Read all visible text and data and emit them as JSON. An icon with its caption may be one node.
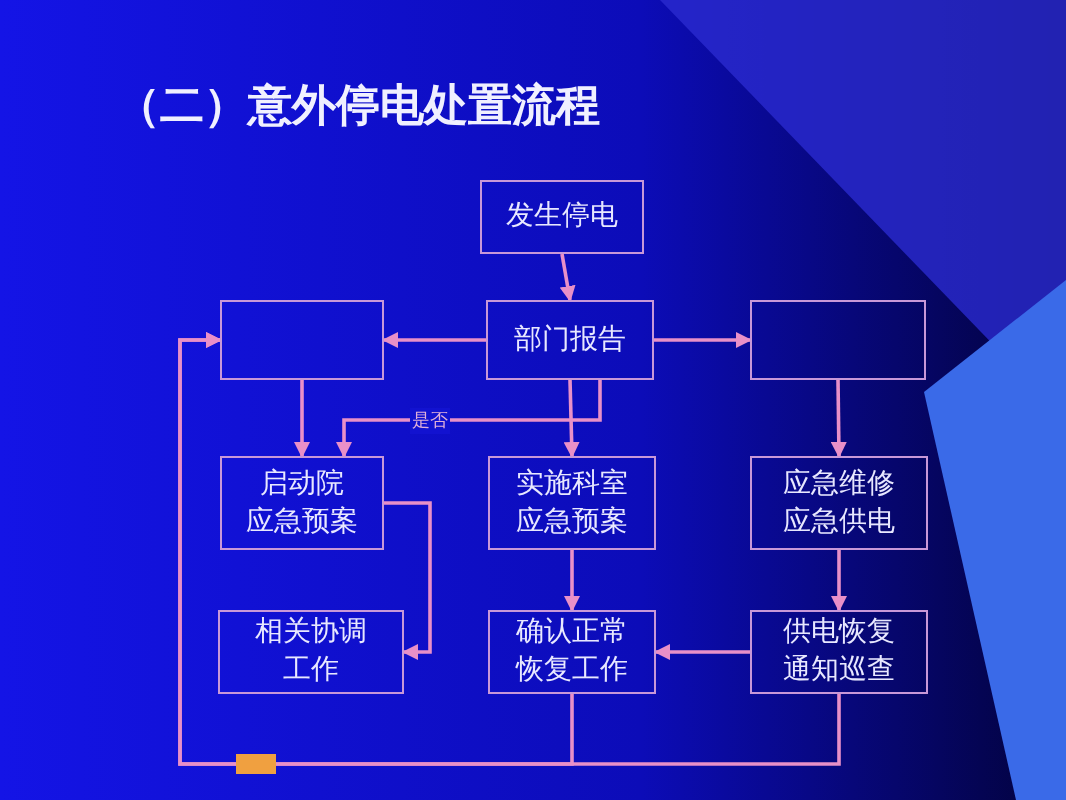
{
  "diagram": {
    "title": "（二）意外停电处置流程",
    "nodes": [
      {
        "text": [
          "发生停电"
        ]
      },
      {
        "text": [],
        "shape": "box"
      },
      {
        "text": [
          "部门报告"
        ]
      },
      {
        "text": [],
        "shape": "box"
      },
      {
        "text": [
          "启动院应急预案"
        ]
      },
      {
        "text": [
          "实施科室应急预案"
        ]
      },
      {
        "text": [
          "应急维修应急供电"
        ]
      },
      {
        "text": [
          "相关协调工作"
        ]
      },
      {
        "text": [
          "确认正常恢复工作"
        ]
      },
      {
        "text": [
          "供电恢复通知巡查"
        ]
      }
    ],
    "edges": [
      {
        "from": 0,
        "to": 2,
        "arrow": "to"
      },
      {
        "from": 2,
        "to": 1,
        "arrow": "to"
      },
      {
        "from": 2,
        "to": 3,
        "arrow": "to"
      },
      {
        "from": 1,
        "to": 4,
        "arrow": "to"
      },
      {
        "from": 2,
        "to": 5,
        "arrow": "to"
      },
      {
        "from": 3,
        "to": 6,
        "arrow": "to"
      },
      {
        "from": 2,
        "to": 4,
        "arrow": "to",
        "label": "是否"
      },
      {
        "from": 4,
        "to": 7,
        "arrow": "to"
      },
      {
        "from": 5,
        "to": 8,
        "arrow": "to"
      },
      {
        "from": 6,
        "to": 9,
        "arrow": "to"
      },
      {
        "from": 9,
        "to": 8,
        "arrow": "to"
      },
      {
        "from": 8,
        "to": 1,
        "arrow": "to"
      },
      {
        "from": 9,
        "to": 1,
        "arrow": "to"
      }
    ]
  }
}
